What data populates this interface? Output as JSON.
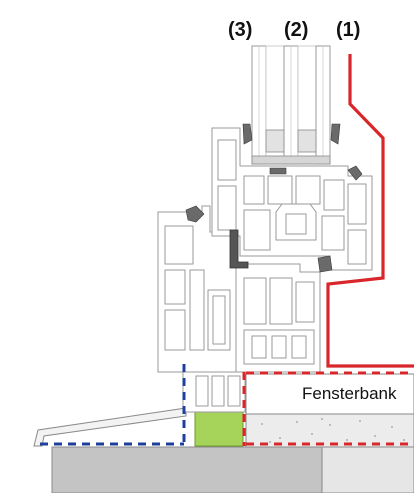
{
  "labels": {
    "marker_3": "(3)",
    "marker_2": "(2)",
    "marker_1": "(1)",
    "sill_label": "Fensterbank"
  },
  "colors": {
    "background": "#ffffff",
    "profile_stroke": "#9a9a9a",
    "profile_fill": "#ffffff",
    "glass_gray": "#cfcfcf",
    "insert_dark": "#555555",
    "seal_red": "#d8262a",
    "seal_blue": "#1f3f9f",
    "insulation_green": "#a6d35a",
    "wall_gray": "#c4c4c4",
    "wall_light": "#e6e6e6"
  }
}
